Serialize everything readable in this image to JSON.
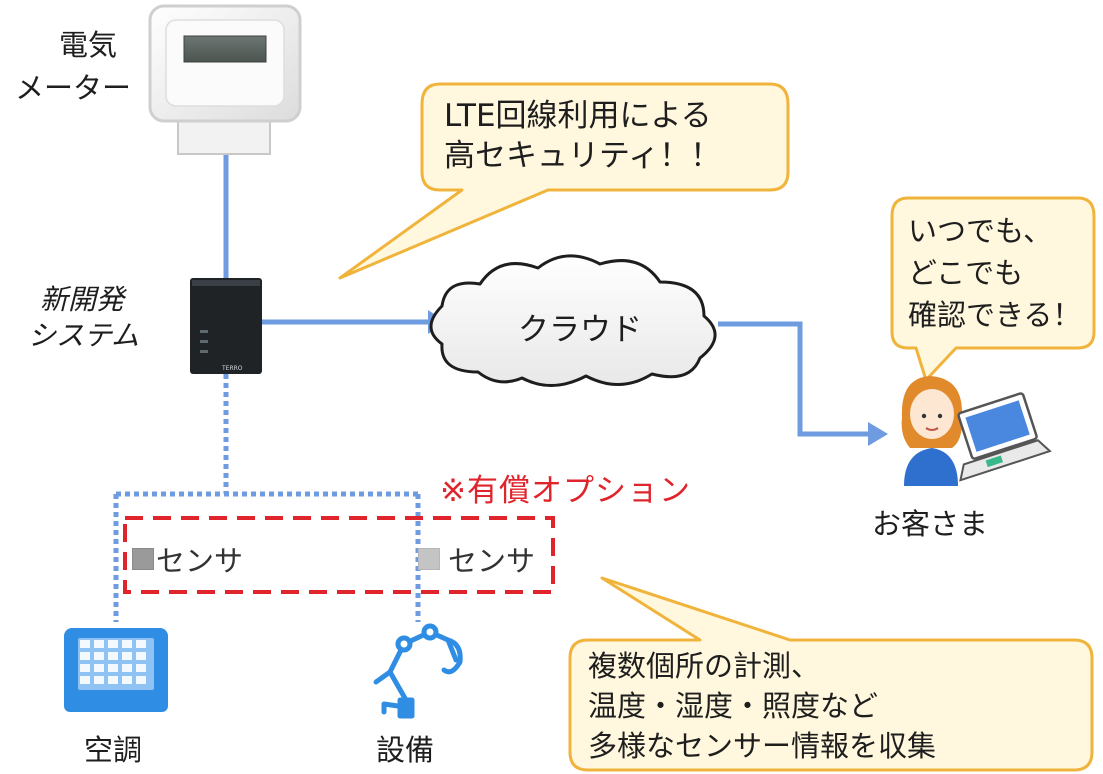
{
  "nodes": {
    "meter": [
      "電気",
      "メーター"
    ],
    "system": [
      "新開発",
      "システム"
    ],
    "device_brand": "TERRO",
    "cloud": "クラウド",
    "customer": "お客さま",
    "sensor_left": "センサ",
    "sensor_right": "センサ",
    "aircon": "空調",
    "equipment": "設備"
  },
  "callouts": {
    "lte": [
      "LTE回線利用による",
      "高セキュリティ！！"
    ],
    "anytime": [
      "いつでも、",
      "どこでも",
      "確認できる！"
    ],
    "sensors": [
      "複数個所の計測、",
      "温度・湿度・照度など",
      "多様なセンサー情報を収集"
    ]
  },
  "option_note": "※有償オプション",
  "colors": {
    "link": "#6f9be0",
    "option_box": "#e0242b",
    "bubble_fill": "#fff8de",
    "bubble_border": "#f0b43c",
    "aircon_blue": "#2f8de4"
  }
}
